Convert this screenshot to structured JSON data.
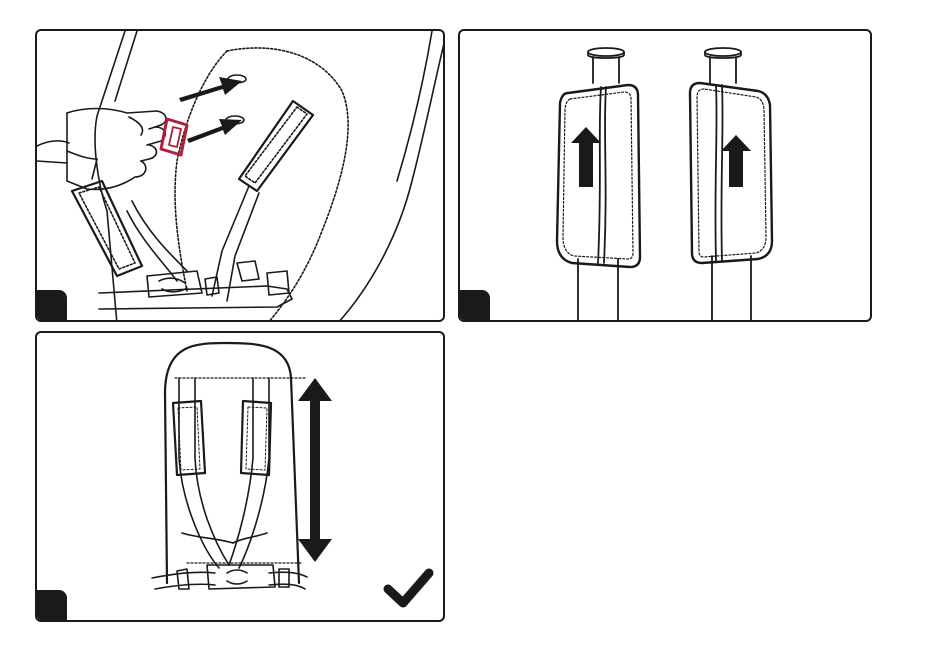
{
  "colors": {
    "ink": "#1a1a1a",
    "panel_border": "#1a1a1a",
    "accent_buckle": "#b0203a",
    "background": "#ffffff"
  },
  "panels": [
    {
      "step_badge": "",
      "illustration": "hand-threading-shoulder-pad"
    },
    {
      "step_badge": "",
      "illustration": "shoulder-pads-slide-up"
    },
    {
      "step_badge": "",
      "illustration": "harness-height-check",
      "status_icon": "checkmark-icon"
    }
  ]
}
